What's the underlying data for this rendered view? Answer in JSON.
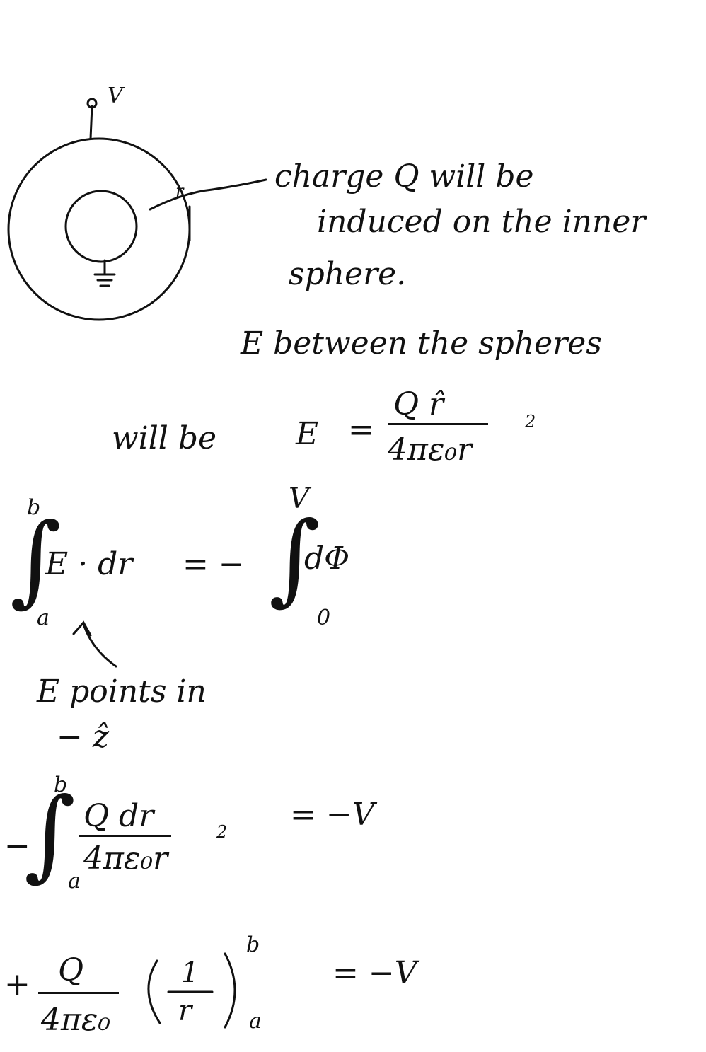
{
  "diagram": {
    "potential_label": "V",
    "annotation_label": "r",
    "colors": {
      "ink": "#111111",
      "paper": "#ffffff"
    }
  },
  "notes": {
    "line1": "charge Q will be",
    "line2": "induced on the inner",
    "line3": "sphere."
  },
  "field": {
    "line1": "E between the spheres",
    "line2_prefix": "will be",
    "vec_E": "E",
    "equals": "=",
    "numerator": "Q r̂",
    "denominator": "4πε₀r",
    "power": "2"
  },
  "integral1": {
    "upper": "b",
    "lower": "a",
    "integrand": "E · dr",
    "equals": "= −",
    "rhs_upper": "V",
    "rhs_lower": "0",
    "rhs_integrand": "dΦ"
  },
  "note_arrow": {
    "line1": "E points in",
    "line2": "− ẑ"
  },
  "integral2": {
    "sign": "−",
    "upper": "b",
    "lower": "a",
    "numerator": "Q dr",
    "denominator": "4πε₀r",
    "power": "2",
    "rhs": "= −V"
  },
  "result": {
    "sign": "+",
    "numerator": "Q",
    "denominator": "4πε₀",
    "paren_content_num": "1",
    "paren_content_den": "r",
    "upper": "b",
    "lower": "a",
    "rhs": "= −V"
  }
}
